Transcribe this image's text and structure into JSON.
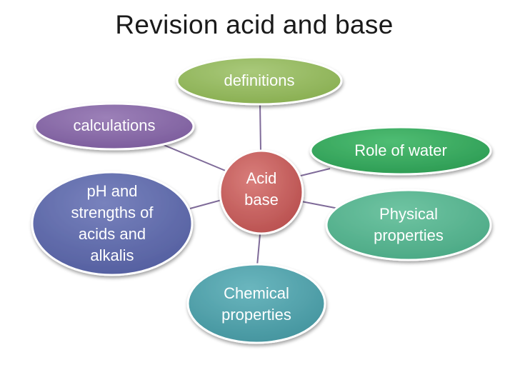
{
  "title": "Revision acid and base",
  "colors": {
    "connector": "#7f6b99",
    "center": "#c55a58",
    "definitions": "#93b95a",
    "calculations": "#8767a6",
    "role_of_water": "#36a85d",
    "ph_strengths": "#5e6aa8",
    "physical": "#56b38f",
    "chemical": "#4fa1aa"
  },
  "nodes": {
    "center": {
      "label": "Acid\nbase"
    },
    "definitions": {
      "label": "definitions"
    },
    "calculations": {
      "label": "calculations"
    },
    "role_of_water": {
      "label": "Role of water"
    },
    "ph_strengths": {
      "label": "pH and\nstrengths of\nacids and\nalkalis"
    },
    "physical": {
      "label": "Physical\nproperties"
    },
    "chemical": {
      "label": "Chemical\nproperties"
    }
  }
}
